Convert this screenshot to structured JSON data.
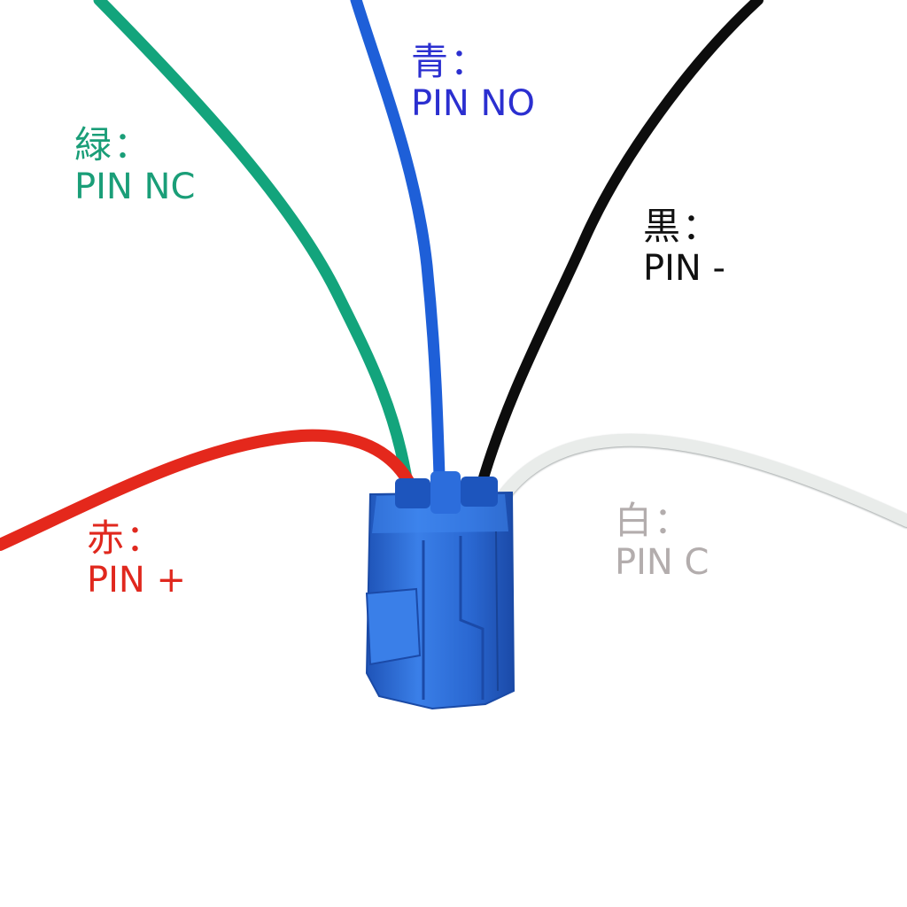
{
  "labels": {
    "green": {
      "cn": "緑：",
      "pin": "PIN NC",
      "color": "#1a9e78"
    },
    "blue": {
      "cn": "青：",
      "pin": "PIN NO",
      "color": "#2b2fd0"
    },
    "black": {
      "cn": "黒：",
      "pin": "PIN -",
      "color": "#111111"
    },
    "red": {
      "cn": "赤：",
      "pin": "PIN +",
      "color": "#e0281e"
    },
    "white": {
      "cn": "白：",
      "pin": "PIN C",
      "color": "#b3adad"
    }
  },
  "colors": {
    "wire_green": "#13a47c",
    "wire_blue": "#1e5fd8",
    "wire_black": "#0d0d0d",
    "wire_red": "#e4281c",
    "wire_white": "#e9ecea",
    "connector": "#2a6cd8"
  }
}
